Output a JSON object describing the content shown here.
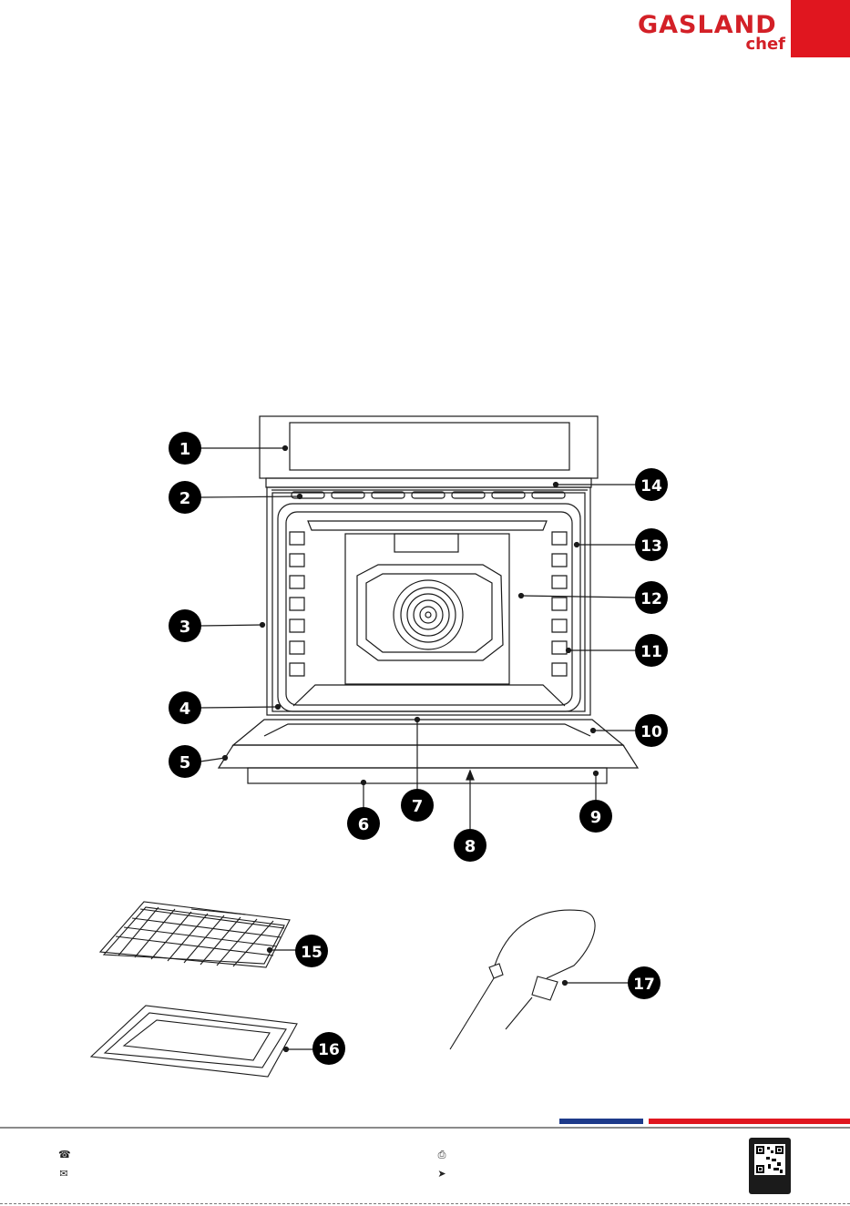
{
  "brand": {
    "name": "GASLAND",
    "sub": "chef",
    "color": "#d32027",
    "block_color": "#e0161f"
  },
  "callouts": [
    "1",
    "2",
    "3",
    "4",
    "5",
    "6",
    "7",
    "8",
    "9",
    "10",
    "11",
    "12",
    "13",
    "14",
    "15",
    "16",
    "17"
  ],
  "footer": {
    "icons": [
      "phone-icon",
      "mail-icon",
      "printer-icon",
      "location-icon",
      "qr-code-icon"
    ],
    "stripe_colors": [
      "#1d3a8a",
      "#e0161f"
    ]
  }
}
